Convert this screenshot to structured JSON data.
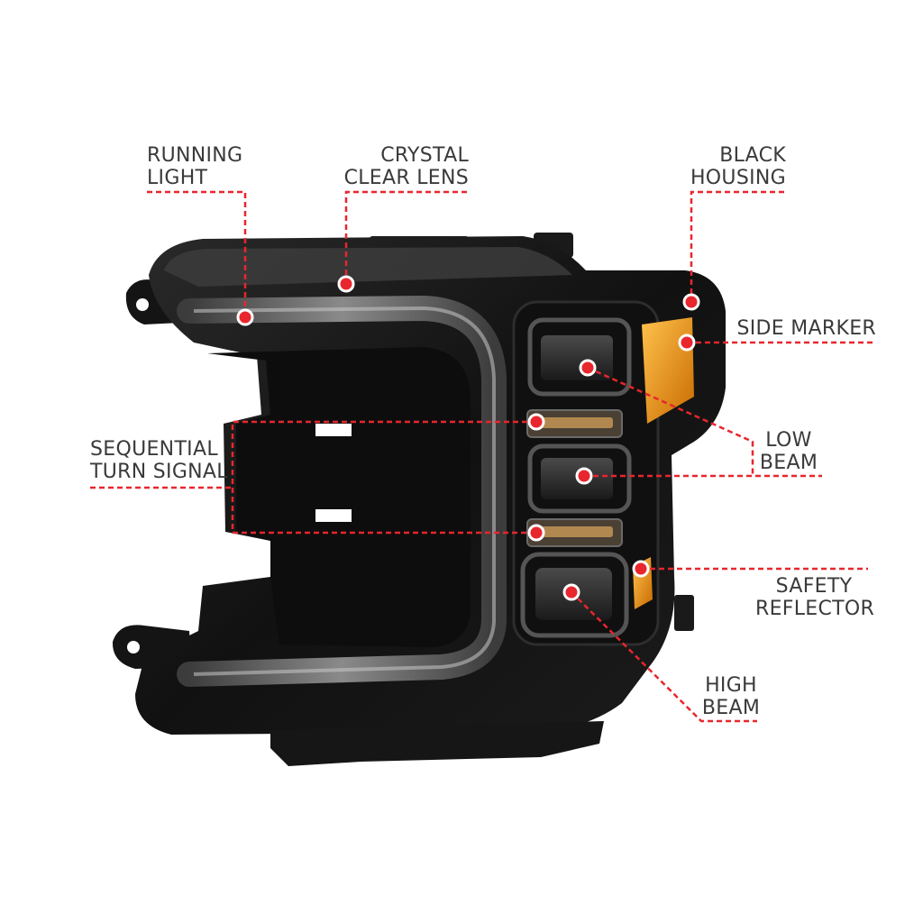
{
  "colors": {
    "accent": "#e8262d",
    "housing": "#141414",
    "amber": "#f0a020",
    "text": "#3a3a3a"
  },
  "callouts": {
    "running_light": {
      "line1": "RUNNING",
      "line2": "LIGHT"
    },
    "crystal_clear_lens": {
      "line1": "CRYSTAL",
      "line2": "CLEAR LENS"
    },
    "black_housing": {
      "line1": "BLACK",
      "line2": "HOUSING"
    },
    "side_marker": {
      "line1": "SIDE MARKER"
    },
    "sequential_turn_signal": {
      "line1": "SEQUENTIAL",
      "line2": "TURN SIGNAL"
    },
    "low_beam": {
      "line1": "LOW",
      "line2": "BEAM"
    },
    "safety_reflector": {
      "line1": "SAFETY",
      "line2": "REFLECTOR"
    },
    "high_beam": {
      "line1": "HIGH",
      "line2": "BEAM"
    }
  }
}
